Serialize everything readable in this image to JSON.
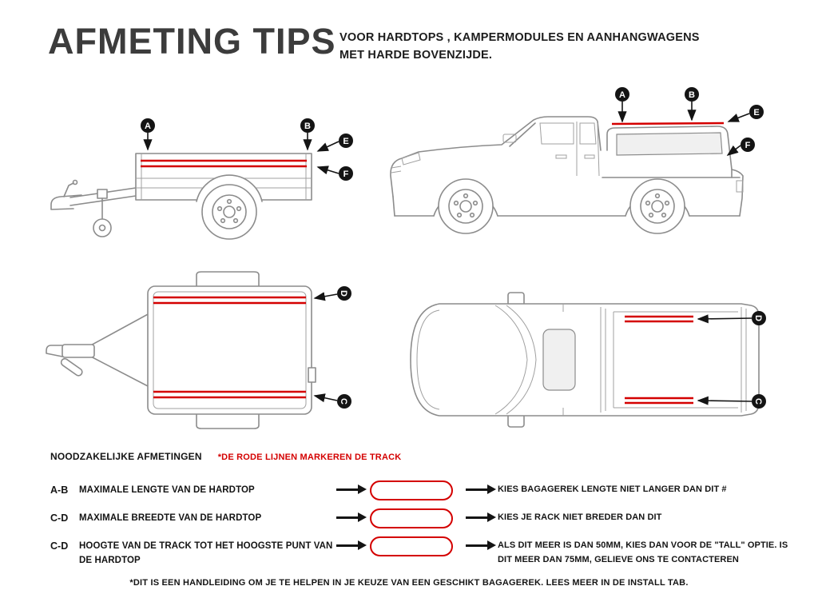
{
  "header": {
    "title": "AFMETING TIPS",
    "subtitle_line1": "VOOR HARDTOPS , KAMPERMODULES EN AANHANGWAGENS",
    "subtitle_line2": "MET HARDE BOVENZIJDE."
  },
  "badges": {
    "a": "A",
    "b": "B",
    "c": "C",
    "d": "D",
    "e": "E",
    "f": "F"
  },
  "diagrams": {
    "trailer_side": "trailer side view with track lines",
    "truck_side": "pickup with hardtop side view",
    "trailer_top": "trailer top view with track lines",
    "truck_top": "pickup top view with track lines"
  },
  "measurements": {
    "heading": "NOODZAKELIJKE AFMETINGEN",
    "track_note": "*DE RODE LIJNEN MARKEREN DE TRACK",
    "rows": [
      {
        "key": "A-B",
        "label": "MAXIMALE LENGTE VAN DE HARDTOP",
        "result": "KIES BAGAGEREK LENGTE NIET LANGER DAN DIT #"
      },
      {
        "key": "C-D",
        "label": "MAXIMALE BREEDTE VAN DE HARDTOP",
        "result": "KIES JE RACK NIET BREDER DAN DIT"
      },
      {
        "key": "C-D",
        "label": "HOOGTE VAN DE TRACK TOT HET HOOGSTE PUNT VAN DE HARDTOP",
        "result": "ALS DIT MEER IS DAN 50MM, KIES DAN VOOR DE \"TALL\" OPTIE. IS DIT MEER DAN 75MM, GELIEVE ONS TE CONTACTEREN"
      }
    ]
  },
  "footer": {
    "note": "*DIT IS EEN HANDLEIDING OM JE TE HELPEN IN JE KEUZE VAN EEN GESCHIKT BAGAGEREK. LEES MEER IN DE INSTALL TAB."
  },
  "colors": {
    "track_red": "#d40000",
    "line_gray": "#8c8c8c",
    "ink": "#141414",
    "title_gray": "#3c3c3c"
  }
}
